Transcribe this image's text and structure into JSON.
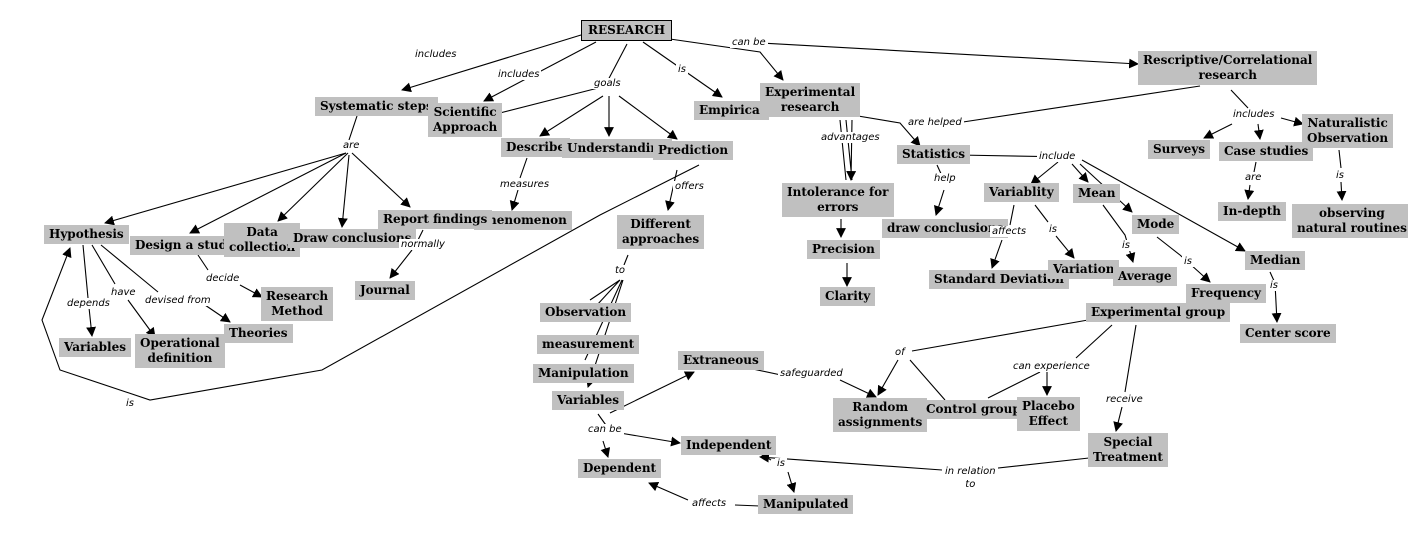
{
  "nodes": {
    "research": "RESEARCH",
    "systematic_steps": "Systematic steps",
    "scientific_approach": "Scientific\nApproach",
    "empirical": "Empirical",
    "experimental_research": "Experimental\nresearch",
    "descriptive_research": "Rescriptive/Correlational\nresearch",
    "describe": "Describe",
    "understanding": "Understanding",
    "prediction": "Prediction",
    "phenomenon": "Phenomenon",
    "hypothesis": "Hypothesis",
    "design_study": "Design a study",
    "data_collection": "Data\ncollection",
    "draw_conclusions_1": "Draw conclusions",
    "report_findings": "Report findings",
    "journal": "Journal",
    "research_method": "Research\nMethod",
    "variables_1": "Variables",
    "operational_definition": "Operational\ndefinition",
    "theories": "Theories",
    "different_approaches": "Different\napproaches",
    "intolerance": "Intolerance for\nerrors",
    "precision": "Precision",
    "clarity": "Clarity",
    "statistics": "Statistics",
    "draw_conclusions_2": "draw conclusions",
    "variablity": "Variablity",
    "standard_deviation": "Standard Deviation",
    "variation": "Variation",
    "mean": "Mean",
    "average": "Average",
    "mode": "Mode",
    "frequency": "Frequency",
    "median": "Median",
    "center_score": "Center score",
    "surveys": "Surveys",
    "case_studies": "Case studies",
    "in_depth": "In-depth",
    "naturalistic": "Naturalistic\nObservation",
    "natural_routines": "observing\nnatural routines",
    "observation": "Observation",
    "measurement": "measurement",
    "manipulation": "Manipulation",
    "variables_2": "Variables",
    "extraneous": "Extraneous",
    "independent": "Independent",
    "dependent": "Dependent",
    "manipulated": "Manipulated",
    "random_assignments": "Random\nassignments",
    "control_group": "Control group",
    "placebo_effect": "Placebo\nEffect",
    "experimental_group": "Experimental group",
    "special_treatment": "Special\nTreatment"
  },
  "links": {
    "includes_1": "includes",
    "includes_2": "includes",
    "goals": "goals",
    "is_empirical": "is",
    "can_be_1": "can be",
    "are_steps": "are",
    "measures": "measures",
    "normally": "normally",
    "decide": "decide",
    "depends": "depends",
    "have": "have",
    "devised_from": "devised from",
    "is_hyp": "is",
    "offers": "offers",
    "advantages": "advantages",
    "are_helped": "are helped",
    "help": "help",
    "include": "include",
    "affects_var": "affects",
    "is_var": "is",
    "is_mean": "is",
    "is_mode": "is",
    "is_median": "is",
    "includes_3": "includes",
    "are_cs": "are",
    "is_nat": "is",
    "to": "to",
    "safeguarded": "safeguarded",
    "can_be_2": "can be",
    "is_indep": "is",
    "affects_manip": "affects",
    "of": "of",
    "can_experience": "can experience",
    "receive": "receive",
    "in_relation_to": "in relation\nto"
  }
}
